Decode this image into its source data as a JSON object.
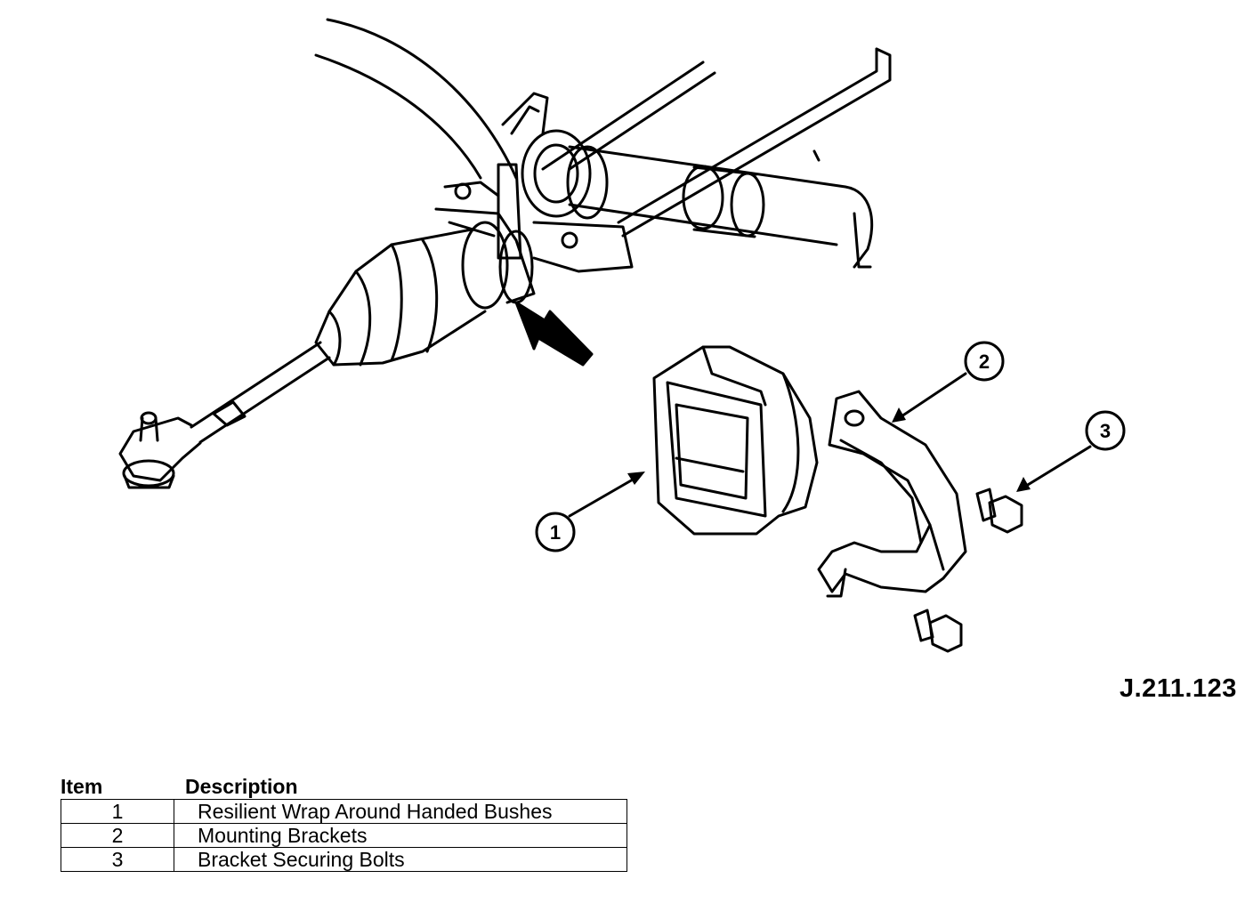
{
  "figure": {
    "reference": "J.211.123",
    "callouts": [
      "1",
      "2",
      "3"
    ]
  },
  "legend": {
    "header_item": "Item",
    "header_description": "Description",
    "rows": [
      {
        "item": "1",
        "description": "Resilient Wrap Around Handed Bushes"
      },
      {
        "item": "2",
        "description": "Mounting Brackets"
      },
      {
        "item": "3",
        "description": "Bracket Securing Bolts"
      }
    ]
  }
}
